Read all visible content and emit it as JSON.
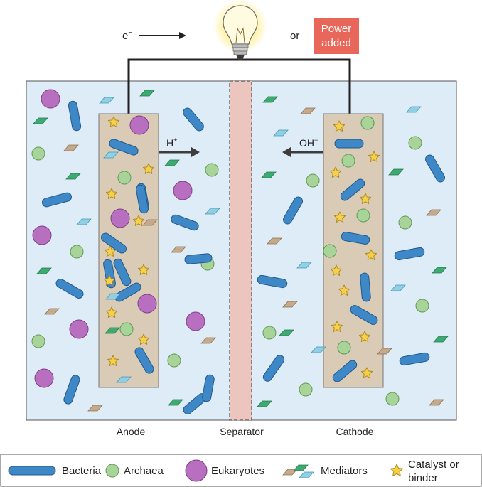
{
  "top": {
    "electron_label": "e",
    "electron_sup": "−",
    "or_label": "or",
    "power_label": "Power added"
  },
  "cell": {
    "proton_label": "H",
    "proton_sup": "+",
    "hydroxide_label": "OH",
    "hydroxide_sup": "−",
    "anode_label": "Anode",
    "separator_label": "Separator",
    "cathode_label": "Cathode"
  },
  "legend": {
    "bacteria": "Bacteria",
    "archaea": "Archaea",
    "eukaryotes": "Eukaryotes",
    "mediators": "Mediators",
    "catalyst_line1": "Catalyst or",
    "catalyst_line2": "binder"
  },
  "colors": {
    "tank_fill": "#deecf7",
    "electrode_fill": "#d9cbb6",
    "separator_fill": "#ebc5be",
    "bacteria": "#3f88c7",
    "archaea": "#a8d49a",
    "eukaryotes": "#b96fc0",
    "mediator_tan": "#c6a98a",
    "mediator_green": "#3eaa72",
    "mediator_blue": "#8fd0e6",
    "catalyst": "#f6d04a",
    "power_box": "#e8675a"
  }
}
